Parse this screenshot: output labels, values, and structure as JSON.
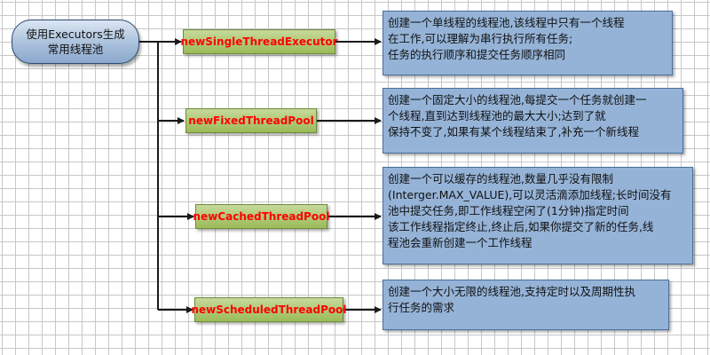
{
  "root": {
    "label": "使用Executors生成\n常用线程池"
  },
  "pools": [
    {
      "method": "newSingleThreadExecutor",
      "description": "创建一个单线程的线程池,该线程中只有一个线程\n在工作,可以理解为串行执行所有任务;\n任务的执行顺序和提交任务顺序相同"
    },
    {
      "method": "newFixedThreadPool",
      "description": "创建一个固定大小的线程池,每提交一个任务就创建一\n个线程,直到达到线程池的最大大小;达到了就\n保持不变了,如果有某个线程结束了,补充一个新线程"
    },
    {
      "method": "newCachedThreadPool",
      "description": "创建一个可以缓存的线程池,数量几乎没有限制\n(Interger.MAX_VALUE),可以灵活滴添加线程;长时间没有\n池中提交任务,即工作线程空闲了(1分钟)指定时间\n该工作线程指定终止,终止后,如果你提交了新的任务,线\n程池会重新创建一个工作线程"
    },
    {
      "method": "newScheduledThreadPool",
      "description": "创建一个大小无限的线程池,支持定时以及周期性执\n行任务的需求"
    }
  ],
  "colors": {
    "root_fill": "#a9c0db",
    "method_fill": "#9bbb59",
    "method_text": "#ff0000",
    "desc_fill": "#95b3d7",
    "connector": "#1a1a1a"
  }
}
